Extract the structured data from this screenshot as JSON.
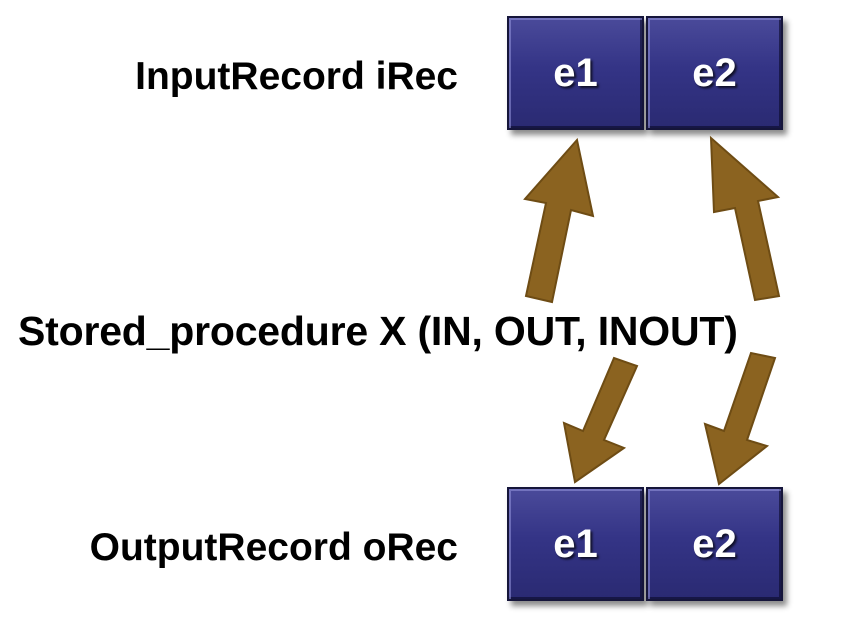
{
  "input_record": {
    "label": "InputRecord iRec",
    "fields": [
      "e1",
      "e2"
    ]
  },
  "procedure": {
    "label": "Stored_procedure X (IN, OUT, INOUT)"
  },
  "output_record": {
    "label": "OutputRecord oRec",
    "fields": [
      "e1",
      "e2"
    ]
  },
  "colors": {
    "cell_fill": "#343486",
    "arrow_fill": "#8b6320",
    "arrow_stroke": "#6e4c14",
    "text": "#000000"
  }
}
